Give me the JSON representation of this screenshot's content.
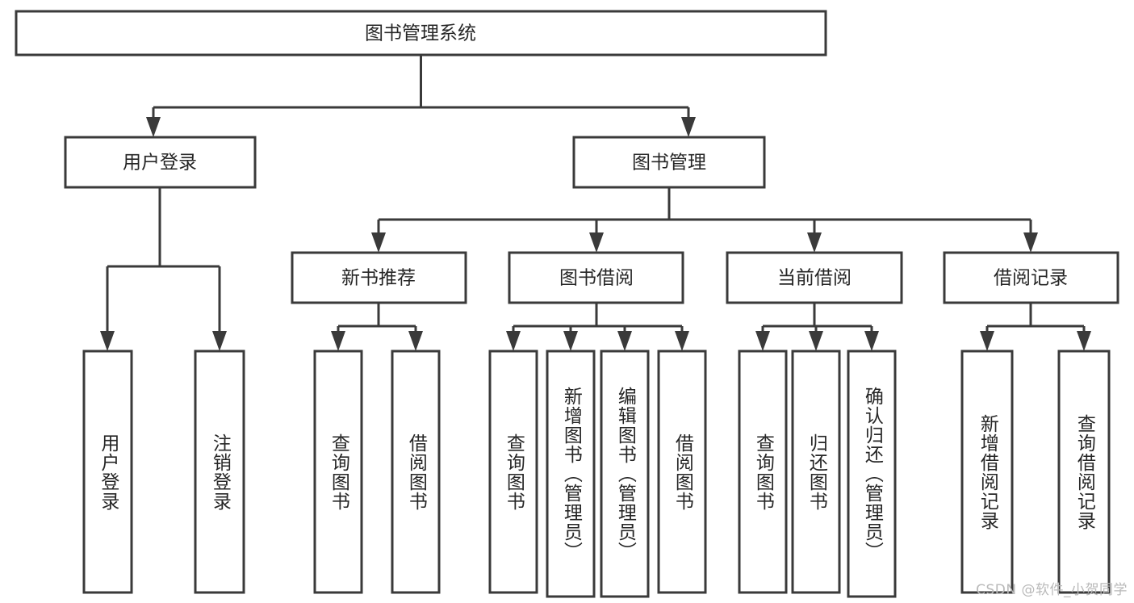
{
  "diagram": {
    "type": "tree-hierarchy-chart",
    "title": "图书管理系统",
    "watermark": "CSDN @软件_小贺同学",
    "colors": {
      "stroke": "#3a3a3a",
      "fill": "#ffffff",
      "text": "#262626",
      "watermark": "#b9b9b9"
    },
    "nodes": {
      "root": {
        "label": "图书管理系统",
        "level": 0,
        "orientation": "horizontal"
      },
      "level1": [
        {
          "id": "user-login",
          "label": "用户登录",
          "orientation": "horizontal"
        },
        {
          "id": "book-management",
          "label": "图书管理",
          "orientation": "horizontal"
        }
      ],
      "level2": [
        {
          "id": "new-book-recommend",
          "label": "新书推荐",
          "parent": "book-management",
          "orientation": "horizontal"
        },
        {
          "id": "book-borrow",
          "label": "图书借阅",
          "parent": "book-management",
          "orientation": "horizontal"
        },
        {
          "id": "current-borrow",
          "label": "当前借阅",
          "parent": "book-management",
          "orientation": "horizontal"
        },
        {
          "id": "borrow-record",
          "label": "借阅记录",
          "parent": "book-management",
          "orientation": "horizontal"
        }
      ],
      "leaves": [
        {
          "id": "leaf-user-login",
          "label": "用户登录",
          "parent": "user-login",
          "orientation": "vertical"
        },
        {
          "id": "leaf-user-logout",
          "label": "注销登录",
          "parent": "user-login",
          "orientation": "vertical"
        },
        {
          "id": "leaf-query-book-1",
          "label": "查询图书",
          "parent": "new-book-recommend",
          "orientation": "vertical"
        },
        {
          "id": "leaf-borrow-book-1",
          "label": "借阅图书",
          "parent": "new-book-recommend",
          "orientation": "vertical"
        },
        {
          "id": "leaf-query-book-2",
          "label": "查询图书",
          "parent": "book-borrow",
          "orientation": "vertical"
        },
        {
          "id": "leaf-add-book",
          "label": "新增图书（管理员）",
          "parent": "book-borrow",
          "orientation": "vertical"
        },
        {
          "id": "leaf-edit-book",
          "label": "编辑图书（管理员）",
          "parent": "book-borrow",
          "orientation": "vertical"
        },
        {
          "id": "leaf-borrow-book-2",
          "label": "借阅图书",
          "parent": "book-borrow",
          "orientation": "vertical"
        },
        {
          "id": "leaf-query-book-3",
          "label": "查询图书",
          "parent": "current-borrow",
          "orientation": "vertical"
        },
        {
          "id": "leaf-return-book",
          "label": "归还图书",
          "parent": "current-borrow",
          "orientation": "vertical"
        },
        {
          "id": "leaf-confirm-return",
          "label": "确认归还（管理员）",
          "parent": "current-borrow",
          "orientation": "vertical"
        },
        {
          "id": "leaf-add-record",
          "label": "新增借阅记录",
          "parent": "borrow-record",
          "orientation": "vertical"
        },
        {
          "id": "leaf-query-record",
          "label": "查询借阅记录",
          "parent": "borrow-record",
          "orientation": "vertical"
        }
      ]
    }
  }
}
